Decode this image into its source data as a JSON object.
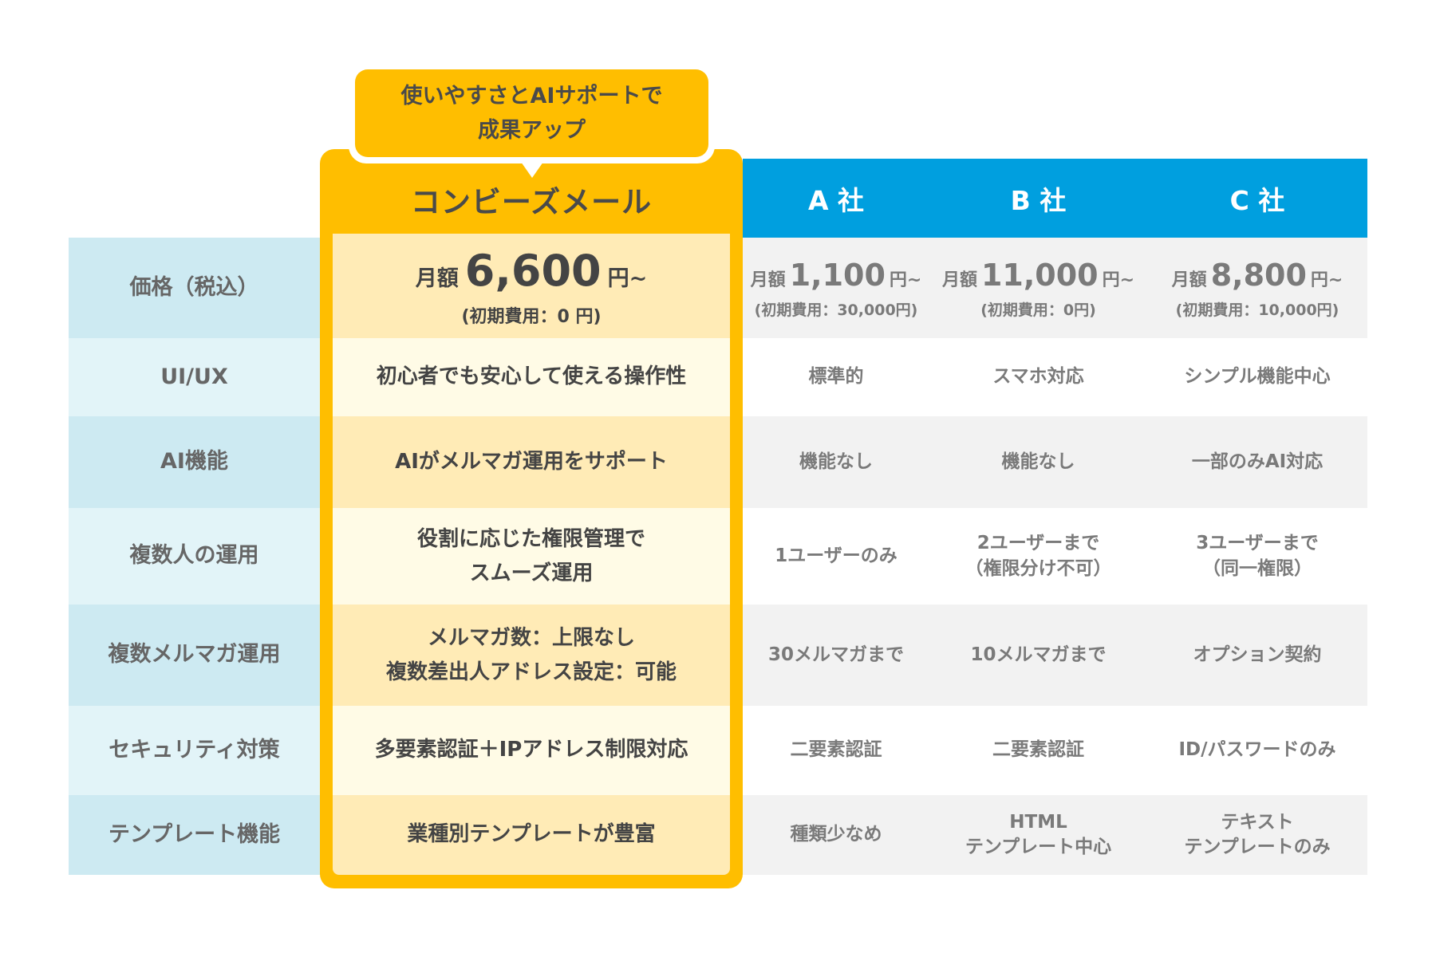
{
  "colors": {
    "featured_yellow": "#ffbe00",
    "featured_cream_dark": "#ffebb6",
    "featured_cream_light": "#fffbe6",
    "header_blue": "#009fdf",
    "label_dark": "#cdeaf2",
    "label_light": "#e2f4f8",
    "competitor_gray": "#f2f2f2"
  },
  "bubble": {
    "line1": "使いやすさとAIサポートで",
    "line2": "成果アップ"
  },
  "featured": {
    "name": "コンビーズメール",
    "price": {
      "prefix": "月額",
      "amount": "6,600",
      "suffix": "円~",
      "initial": "(初期費用：0 円)"
    },
    "cells": [
      [
        "初心者でも安心して使える操作性"
      ],
      [
        "AIがメルマガ運用をサポート"
      ],
      [
        "役割に応じた権限管理で",
        "スムーズ運用"
      ],
      [
        "メルマガ数：上限なし",
        "複数差出人アドレス設定：可能"
      ],
      [
        "多要素認証＋IPアドレス制限対応"
      ],
      [
        "業種別テンプレートが豊富"
      ]
    ]
  },
  "row_labels": [
    "価格（税込）",
    "UI/UX",
    "AI機能",
    "複数人の運用",
    "複数メルマガ運用",
    "セキュリティ対策",
    "テンプレート機能"
  ],
  "competitors": [
    {
      "name": "A 社",
      "price": {
        "prefix": "月額",
        "amount": "1,100",
        "suffix": "円~",
        "initial": "(初期費用：30,000円)"
      },
      "cells": [
        [
          "標準的"
        ],
        [
          "機能なし"
        ],
        [
          "1ユーザーのみ"
        ],
        [
          "30メルマガまで"
        ],
        [
          "二要素認証"
        ],
        [
          "種類少なめ"
        ]
      ]
    },
    {
      "name": "B 社",
      "price": {
        "prefix": "月額",
        "amount": "11,000",
        "suffix": "円~",
        "initial": "(初期費用：0円)"
      },
      "cells": [
        [
          "スマホ対応"
        ],
        [
          "機能なし"
        ],
        [
          "2ユーザーまで",
          "（権限分け不可）"
        ],
        [
          "10メルマガまで"
        ],
        [
          "二要素認証"
        ],
        [
          "HTML",
          "テンプレート中心"
        ]
      ]
    },
    {
      "name": "C 社",
      "price": {
        "prefix": "月額",
        "amount": "8,800",
        "suffix": "円~",
        "initial": "(初期費用：10,000円)"
      },
      "cells": [
        [
          "シンプル機能中心"
        ],
        [
          "一部のみAI対応"
        ],
        [
          "3ユーザーまで",
          "（同一権限）"
        ],
        [
          "オプション契約"
        ],
        [
          "ID/パスワードのみ"
        ],
        [
          "テキスト",
          "テンプレートのみ"
        ]
      ]
    }
  ]
}
